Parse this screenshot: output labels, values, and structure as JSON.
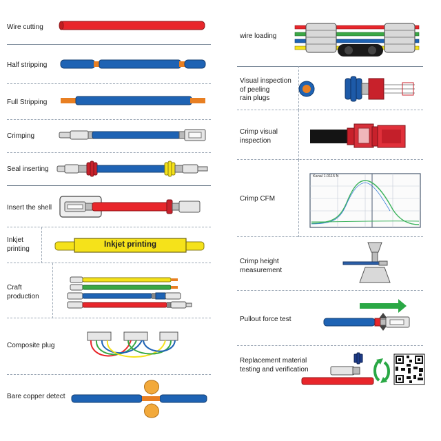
{
  "left_steps": [
    {
      "id": "wire-cutting",
      "label": "Wire cutting"
    },
    {
      "id": "half-stripping",
      "label": "Half stripping"
    },
    {
      "id": "full-stripping",
      "label": "Full Stripping"
    },
    {
      "id": "crimping",
      "label": "Crimping"
    },
    {
      "id": "seal-inserting",
      "label": "Seal inserting"
    },
    {
      "id": "insert-the-shell",
      "label": "Insert the shell"
    },
    {
      "id": "inkjet-printing",
      "label": "Inkjet\nprinting"
    },
    {
      "id": "craft-production",
      "label": "Craft\nproduction"
    },
    {
      "id": "composite-plug",
      "label": "Composite plug"
    },
    {
      "id": "bare-copper-detect",
      "label": "Bare copper detect"
    }
  ],
  "right_steps": [
    {
      "id": "wire-loading",
      "label": "wire loading"
    },
    {
      "id": "visual-inspection-peeling",
      "label": "Visual inspection\nof peeling\nrain plugs"
    },
    {
      "id": "crimp-visual-inspection",
      "label": "Crimp visual\ninspection"
    },
    {
      "id": "crimp-cfm",
      "label": "Crimp CFM"
    },
    {
      "id": "crimp-height-measurement",
      "label": "Crimp height\nmeasurement"
    },
    {
      "id": "pullout-force-test",
      "label": "Pullout force test"
    },
    {
      "id": "replacement-material",
      "label": "Replacement material\ntesting and verification"
    }
  ],
  "inkjet_banner": "Inkjet printing",
  "cfm_chart_header": "Kanal  1.0115 N",
  "colors": {
    "wire_red": "#e8262b",
    "wire_blue": "#1e63b4",
    "copper": "#e87f22",
    "yellow": "#f5e21a",
    "green": "#3aa845",
    "seal_red": "#c8212b",
    "grid_line": "#9aa6b4",
    "curve_green": "#3eb35e",
    "arrow_green": "#2aa845",
    "blade_orange": "#f2a93b"
  }
}
